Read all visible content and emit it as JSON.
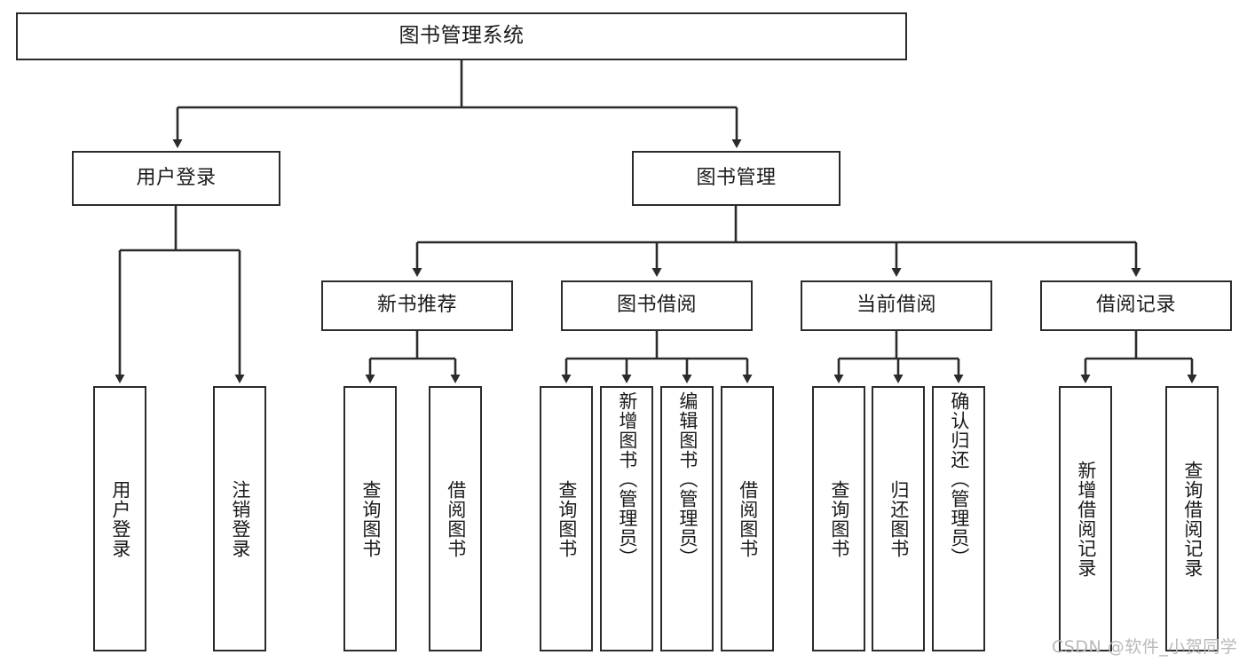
{
  "diagram": {
    "type": "tree-hierarchy-chart",
    "title": "图书管理系统",
    "colors": {
      "stroke": "#2b2b2b",
      "fill": "#ffffff",
      "text": "#1a1a1a",
      "watermark": "#b9b9b9"
    },
    "root": {
      "label": "图书管理系统"
    },
    "level2": [
      {
        "label": "用户登录"
      },
      {
        "label": "图书管理"
      }
    ],
    "level3": [
      {
        "label": "新书推荐"
      },
      {
        "label": "图书借阅"
      },
      {
        "label": "当前借阅"
      },
      {
        "label": "借阅记录"
      }
    ],
    "leaves": {
      "user_login": [
        {
          "label": "用户登录"
        },
        {
          "label": "注销登录"
        }
      ],
      "new_book_recommend": [
        {
          "label": "查询图书"
        },
        {
          "label": "借阅图书"
        }
      ],
      "book_borrow": [
        {
          "label": "查询图书"
        },
        {
          "label": "新增图书（管理员）"
        },
        {
          "label": "编辑图书（管理员）"
        },
        {
          "label": "借阅图书"
        }
      ],
      "current_borrow": [
        {
          "label": "查询图书"
        },
        {
          "label": "归还图书"
        },
        {
          "label": "确认归还（管理员）"
        }
      ],
      "borrow_record": [
        {
          "label": "新增借阅记录"
        },
        {
          "label": "查询借阅记录"
        }
      ]
    }
  },
  "watermark": {
    "text": "CSDN @软件_小贺同学"
  }
}
